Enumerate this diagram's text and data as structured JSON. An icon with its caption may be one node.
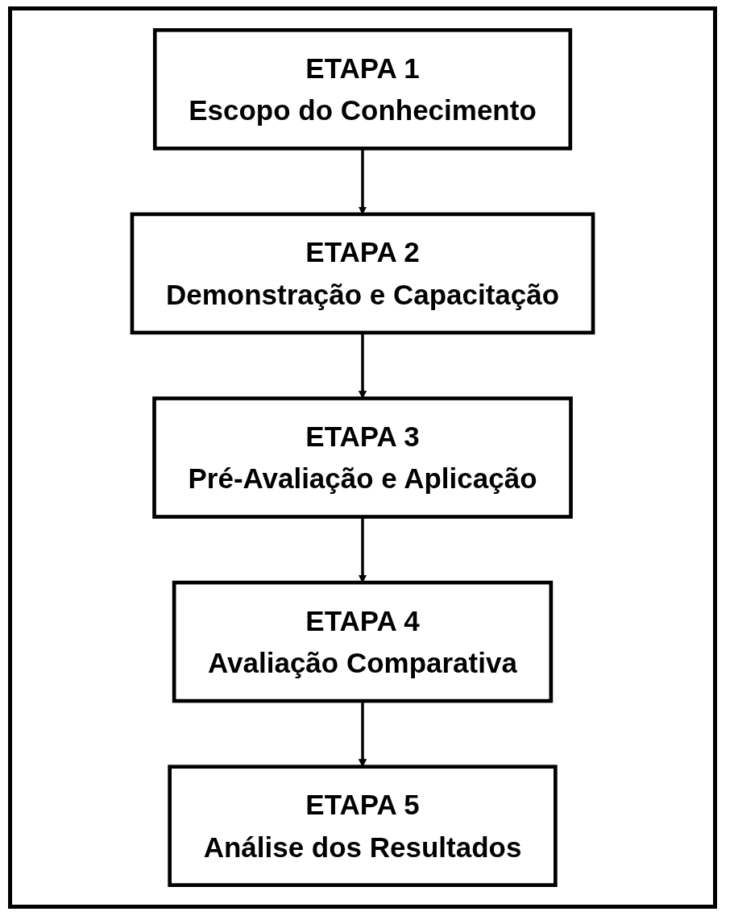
{
  "diagram": {
    "nodes": [
      {
        "text": [
          "ETAPA 1",
          "Escopo do Conhecimento"
        ]
      },
      {
        "text": [
          "ETAPA 2",
          "Demonstração e Capacitação"
        ]
      },
      {
        "text": [
          "ETAPA 3",
          "Pré-Avaliação e Aplicação"
        ]
      },
      {
        "text": [
          "ETAPA 4",
          "Avaliação Comparativa"
        ]
      },
      {
        "text": [
          "ETAPA 5",
          "Análise dos Resultados"
        ]
      }
    ],
    "edges": [
      {
        "from": 0,
        "to": 1,
        "arrow": "to"
      },
      {
        "from": 1,
        "to": 2,
        "arrow": "to"
      },
      {
        "from": 2,
        "to": 3,
        "arrow": "to"
      },
      {
        "from": 3,
        "to": 4,
        "arrow": "to"
      }
    ]
  }
}
